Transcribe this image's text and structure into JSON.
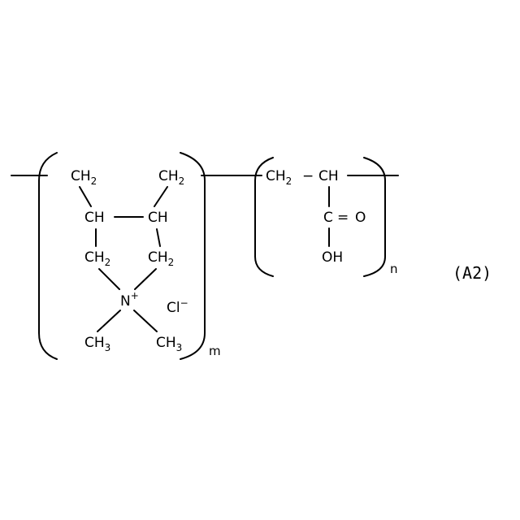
{
  "structure": {
    "unit_m": {
      "ring_left_ch2": {
        "text": "CH",
        "sub": "2"
      },
      "ring_right_ch2": {
        "text": "CH",
        "sub": "2"
      },
      "ring_left_ch": "CH",
      "ring_right_ch": "CH",
      "ring_lower_left_ch2": {
        "text": "CH",
        "sub": "2"
      },
      "ring_lower_right_ch2": {
        "text": "CH",
        "sub": "2"
      },
      "nitrogen": {
        "text": "N",
        "charge": "+"
      },
      "counter_ion": {
        "text": "Cl",
        "charge": "−"
      },
      "methyl_left": {
        "text": "CH",
        "sub": "3"
      },
      "methyl_right": {
        "text": "CH",
        "sub": "3"
      },
      "repeat_subscript": "m"
    },
    "unit_n": {
      "backbone_ch2": {
        "text": "CH",
        "sub": "2"
      },
      "backbone_dash": "−",
      "backbone_ch": "CH",
      "carbonyl_c": "C",
      "carbonyl_double_bond": "=",
      "carbonyl_o": "O",
      "hydroxyl": "OH",
      "repeat_subscript": "n"
    },
    "formula_label": "(A2)"
  }
}
